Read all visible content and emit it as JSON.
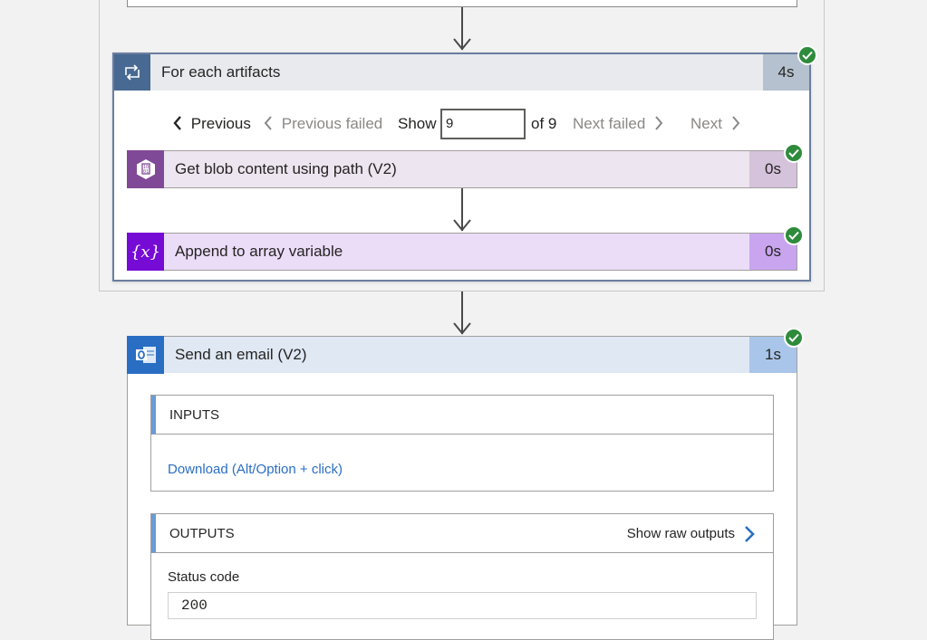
{
  "foreach": {
    "title": "For each artifacts",
    "duration": "4s",
    "pager": {
      "previous": "Previous",
      "previous_failed": "Previous failed",
      "show_label": "Show",
      "current": "9",
      "of_label": "of 9",
      "next_failed": "Next failed",
      "next": "Next"
    },
    "actions": [
      {
        "title": "Get blob content using path (V2)",
        "duration": "0s",
        "icon": "blob-storage-icon",
        "accent": "#804998"
      },
      {
        "title": "Append to array variable",
        "duration": "0s",
        "icon": "variable-icon",
        "accent": "#770bd6"
      }
    ]
  },
  "email": {
    "title": "Send an email (V2)",
    "duration": "1s",
    "icon": "outlook-icon",
    "inputs": {
      "label": "INPUTS",
      "download_link": "Download (Alt/Option + click)"
    },
    "outputs": {
      "label": "OUTPUTS",
      "show_raw": "Show raw outputs",
      "status_code_label": "Status code",
      "status_code_value": "200"
    }
  },
  "colors": {
    "success": "#2e8b3c",
    "link": "#2a6ec3",
    "foreach_accent": "#486991"
  }
}
